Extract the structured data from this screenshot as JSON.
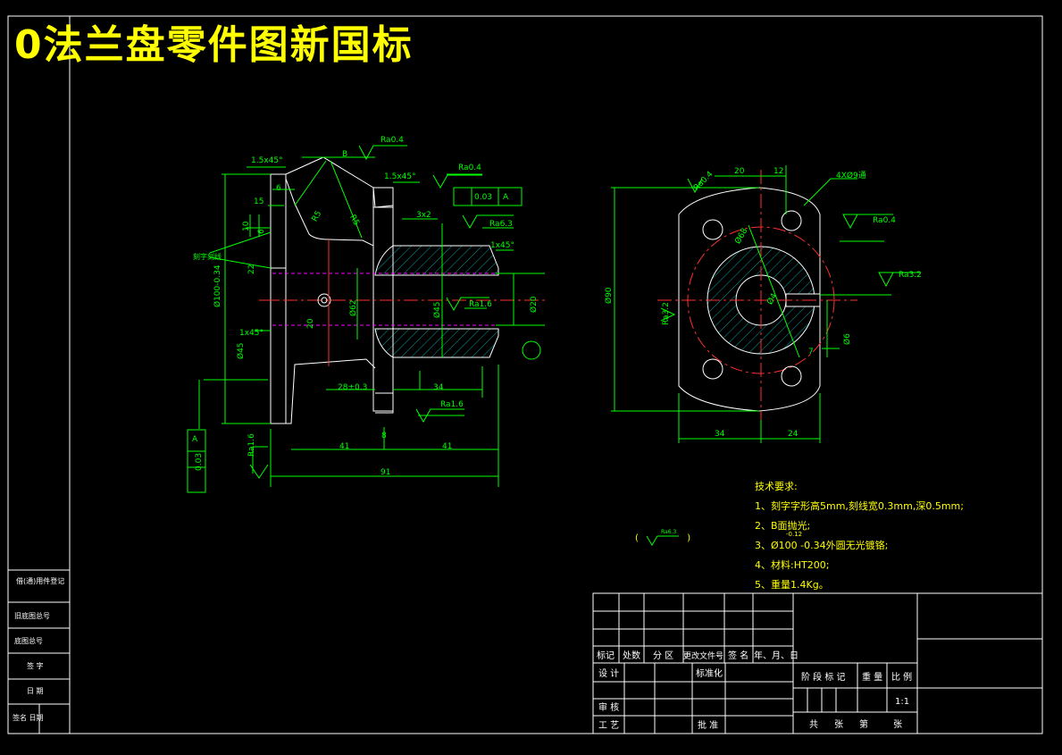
{
  "drawing_title": "0法兰盘零件图新国标",
  "tech_requirements": {
    "heading": "技术要求:",
    "items": [
      "1、刻字字形高5mm,刻线宽0.3mm,深0.5mm;",
      "2、B面抛光;",
      "3、Ø100 -0.34外圆无光镀铬;",
      "4、材料:HT200;",
      "5、重量1.4Kg。"
    ],
    "tolerance_note": "-0.12"
  },
  "roughness_note": {
    "open": "(",
    "symbol": "Ra6.3",
    "close": ")"
  },
  "left_strip": {
    "rows": [
      "借(通)用件登记",
      "旧底图总号",
      "底图总号",
      "签 字",
      "日 期",
      "签名  日期"
    ]
  },
  "title_block": {
    "header_cells": [
      "标记",
      "处数",
      "分 区",
      "更改文件号",
      "签 名",
      "年、月、日"
    ],
    "design": "设 计",
    "standardize": "标准化",
    "review": "审 核",
    "process": "工 艺",
    "approve": "批 准",
    "stage_mark": "阶 段 标 记",
    "weight": "重 量",
    "scale_label": "比 例",
    "scale_value": "1:1",
    "total": "共",
    "sheets": "张",
    "sheet_no": "第",
    "sheet_label": "张"
  },
  "dimensions": {
    "left_view": [
      "1.5x45°",
      "6",
      "15",
      "10",
      "6",
      "Ø100-0.34",
      "22",
      "20",
      "1x45°",
      "B",
      "R5",
      "R5",
      "Ra0.4",
      "1.5x45°",
      "Ra0.4",
      "0.03",
      "A",
      "3x2",
      "Ra6.3",
      "1x45°",
      "Ø45",
      "Ø62",
      "Ra1.6",
      "Ø20",
      "28±0.3",
      "34",
      "Ra1.6",
      "8",
      "41",
      "41",
      "91",
      "Ra1.6",
      "0.03",
      "A",
      "刻字刻线",
      "Ø45"
    ],
    "right_view": [
      "Ra0.4",
      "20",
      "12",
      "4XØ9通",
      "Ra0.4",
      "Ø90",
      "Ø68",
      "Ra3.2",
      "Ø4",
      "Ra3.2",
      "Ø6",
      "7",
      "34",
      "24"
    ]
  }
}
